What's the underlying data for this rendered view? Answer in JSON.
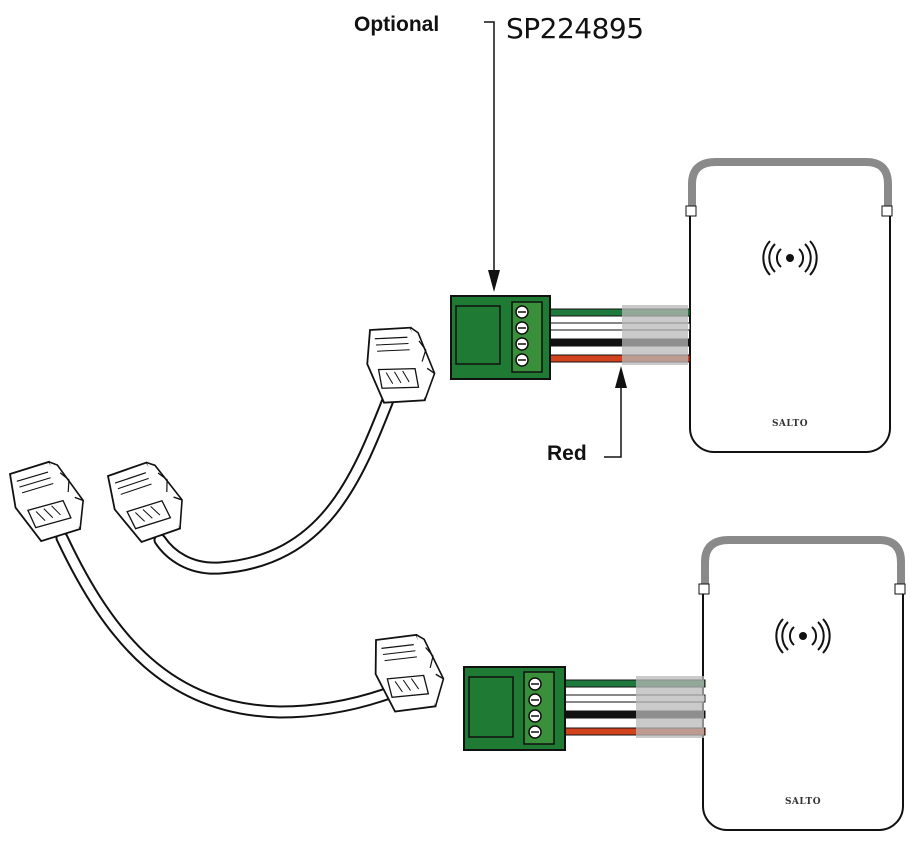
{
  "labels": {
    "optional": "Optional",
    "part_number": "SP224895",
    "wire_color": "Red"
  },
  "readers": [
    {
      "brand": "SALTO",
      "icon": "rfid-contactless-icon"
    },
    {
      "brand": "SALTO",
      "icon": "rfid-contactless-icon"
    }
  ],
  "wire_colors": [
    "#1e7a3c",
    "#ffffff",
    "#111111",
    "#d2421c"
  ],
  "colors": {
    "terminal_block": "#1f7a34",
    "terminal_body": "#3a8f3a",
    "reader_frame": "#8a8a8a",
    "cable_sheath": "#b8b8b8"
  }
}
